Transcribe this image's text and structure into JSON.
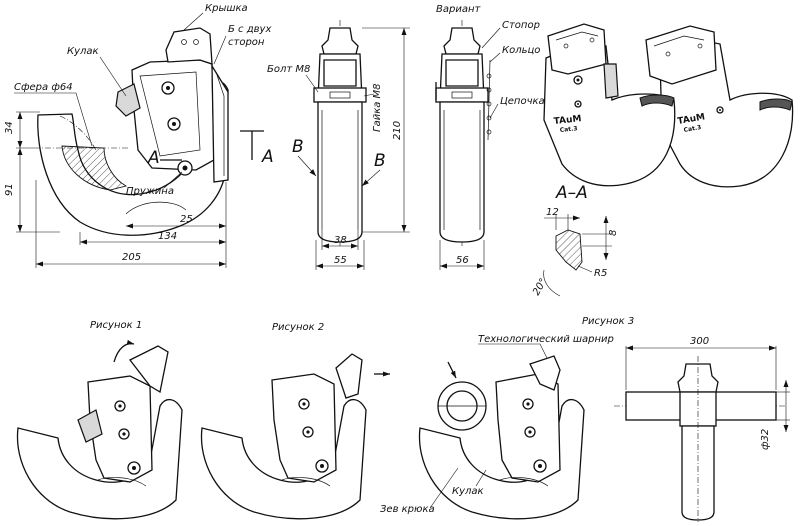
{
  "top_view": {
    "labels": {
      "cover": "Крышка",
      "both_sides": "Б с двух",
      "both_sides_2": "сторон",
      "cam": "Кулак",
      "sphere": "Сфера ф64",
      "spring": "Пружина",
      "section_mark": "A"
    },
    "dims": {
      "d34": "34",
      "d91": "91",
      "d25": "25",
      "d134": "134",
      "d205": "205"
    }
  },
  "front_view": {
    "labels": {
      "bolt": "Болт М8",
      "nut": "Гайка М8",
      "view_b": "B"
    },
    "dims": {
      "d210": "210",
      "d38": "38",
      "d55": "55"
    }
  },
  "variant_view": {
    "labels": {
      "variant": "Вариант",
      "stopper": "Стопор",
      "ring": "Кольцо",
      "chain": "Цепочка"
    },
    "dims": {
      "d56": "56"
    }
  },
  "iso_view": {
    "brand": "TAuM",
    "cat": "Cat.3"
  },
  "section_aa": {
    "title": "A–A",
    "dims": {
      "d12": "12",
      "d8": "8",
      "d20": "20°",
      "r5": "R5"
    }
  },
  "figures": {
    "fig1": "Рисунок 1",
    "fig2": "Рисунок 2",
    "fig3": "Рисунок 3",
    "tech_hinge": "Технологический шарнир",
    "cam": "Кулак",
    "hook_jaw": "Зев крюка"
  },
  "bar_view": {
    "dims": {
      "d300": "300",
      "d32": "ф32"
    }
  }
}
